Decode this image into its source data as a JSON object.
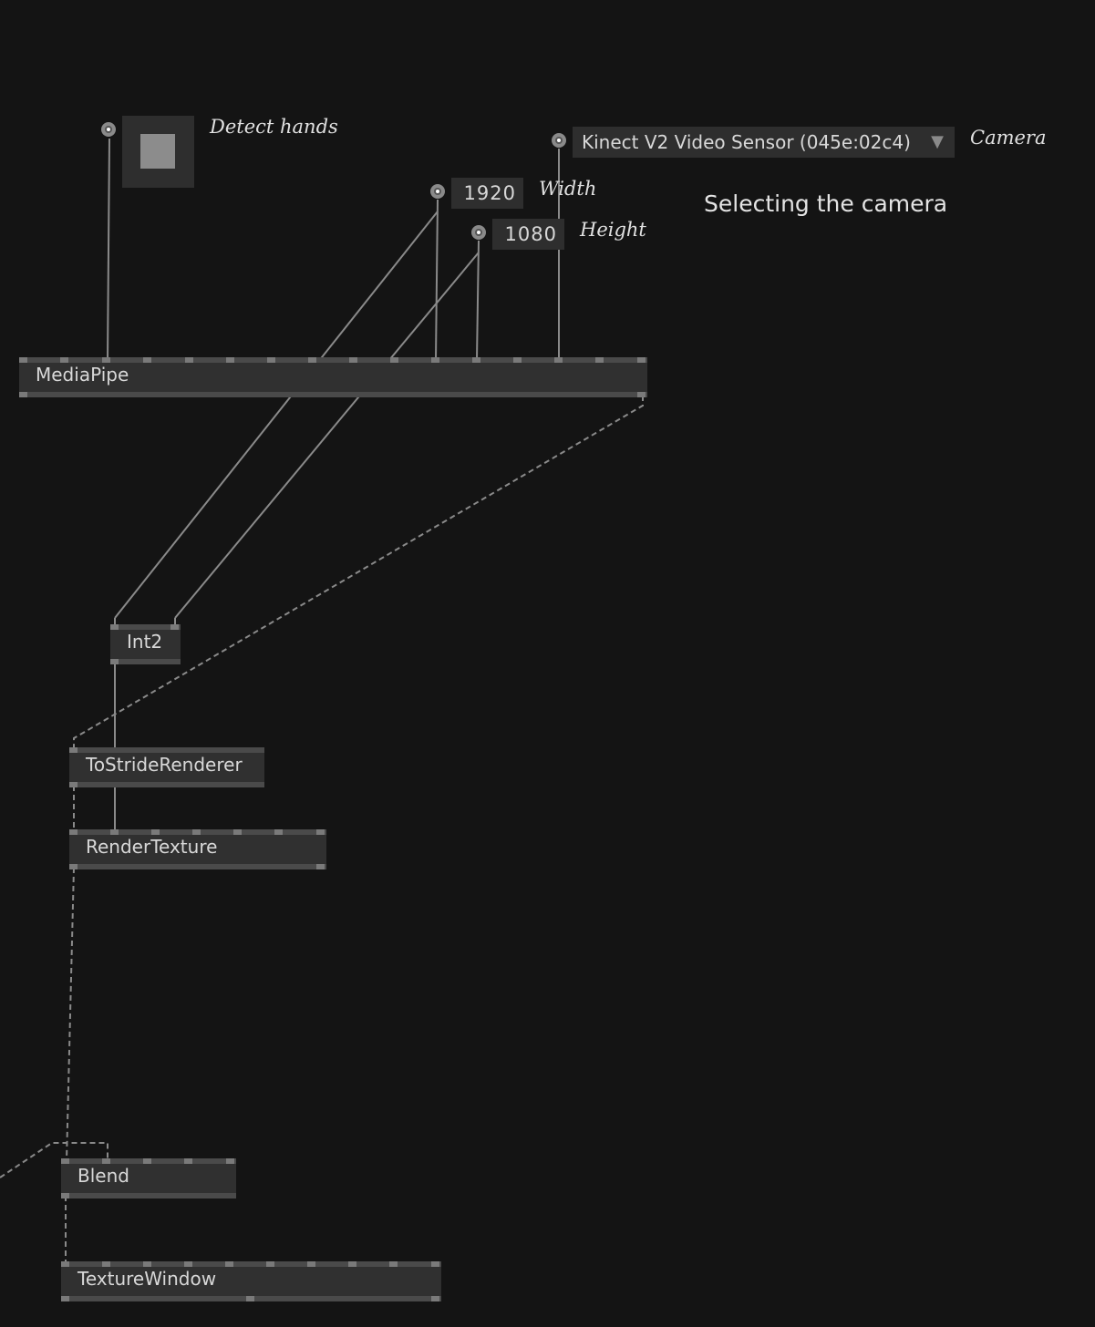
{
  "canvas": {
    "background": "#141414"
  },
  "inputs": {
    "detect_hands": {
      "label": "Detect hands"
    },
    "camera": {
      "value": "Kinect V2 Video Sensor (045e:02c4)",
      "arrow": "▼",
      "label": "Camera"
    },
    "width": {
      "value": "1920",
      "label": "Width"
    },
    "height": {
      "value": "1080",
      "label": "Height"
    }
  },
  "comment": "Selecting the camera",
  "nodes": {
    "mediapipe": "MediaPipe",
    "int2": "Int2",
    "to_stride_renderer": "ToStrideRenderer",
    "render_texture": "RenderTexture",
    "blend": "Blend",
    "texture_window": "TextureWindow"
  },
  "colors": {
    "node_body": "#303030",
    "node_bar": "#4a4a4a",
    "pin": "#7a7a7a",
    "link": "#8a8a8a"
  }
}
